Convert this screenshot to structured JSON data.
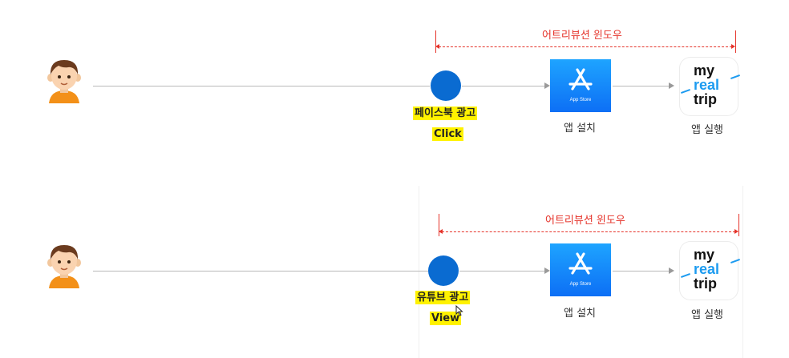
{
  "rows": [
    {
      "window_label": "어트리뷰션 윈도우",
      "event_label": "페이스북 광고",
      "event_action": "Click",
      "install_label": "앱 설치",
      "launch_label": "앱 실행"
    },
    {
      "window_label": "어트리뷰션 윈도우",
      "event_label": "유튜브 광고",
      "event_action": "View",
      "install_label": "앱 설치",
      "launch_label": "앱 실행"
    }
  ],
  "app_store_label": "App Store",
  "brand_logo": {
    "line1": "my",
    "line2": "real",
    "line3": "trip"
  },
  "colors": {
    "accent_red": "#e5332a",
    "dot_blue": "#0a6bd1",
    "highlight_yellow": "#fff200",
    "appstore_blue": "#1a8cff",
    "brand_blue": "#1c9bf0"
  }
}
